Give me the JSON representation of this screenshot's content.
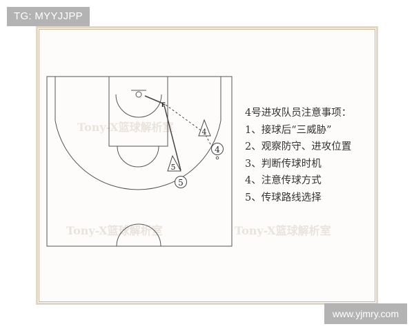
{
  "header_tag": "TG: MYYJJPP",
  "footer_site": "www.yjmry.com",
  "court": {
    "player_labels": [
      "4",
      "5",
      "4",
      "5"
    ],
    "watermark": "Tony-X篮球解析室"
  },
  "notes": {
    "title": "4号进攻队员注意事项：",
    "items": [
      "1、接球后“三威胁”",
      "2、观察防守、进攻位置",
      "3、判断传球时机",
      "4、注意传球方式",
      "5、传球路线选择"
    ]
  }
}
